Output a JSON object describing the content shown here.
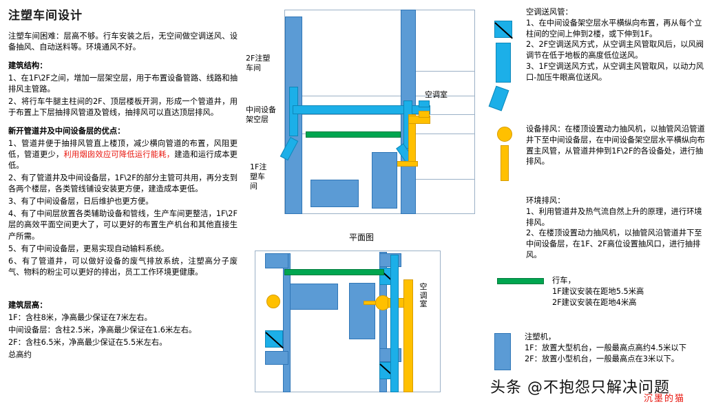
{
  "colors": {
    "blue": "#5b9bd5",
    "blue_border": "#2e75b6",
    "cyan": "#1cafe8",
    "yellow": "#ffc000",
    "green": "#00a650",
    "frame": "#9ab0c6",
    "red": "#e8140c"
  },
  "left": {
    "title": "注塑车间设计",
    "intro": "注塑车间困难：层高不够。行车安装之后，无空间做空调送风、设备抽风、自动送料等。环境通风不好。",
    "structure_heading": "建筑结构：",
    "structure_items": [
      "1、在1F\\2F之间，增加一层架空层，用于布置设备管路、线路和抽排风主管路。",
      "2、将行车牛腿主柱间的2F、顶层楼板开洞，形成一个管道井，用于布置上下层抽排风管道及管线，抽排风可以直达顶层排风。"
    ],
    "benefits_heading": "新开管道井及中间设备层的优点：",
    "benefit_1_a": "1、管道井便于抽排风管直上楼顶，减少横向管道的布置，风阻更低，管道更少，",
    "benefit_1_red": "利用烟囱效应可降低运行能耗，",
    "benefit_1_b": "建造和运行成本更低。",
    "benefit_items": [
      "2、有了管道井及中间设备层，1F\\2F的部分主管可共用，再分支到各两个楼层，各类管线铺设安装更方便，建造成本更低。",
      "3、有了中间设备层，日后维护也更方便。",
      "4、有了中间层放置各类辅助设备和管线，生产车间更整洁，1F\\2F层的高效平面空间更大了，可以更好的布置生产机台和其他直接生产所需。",
      "5、有了中间设备层，更易实现自动输料系统。",
      "6、有了管道井，可以做好设备的废气排放系统，注塑高分子废气、物料的粉尘可以更好的排出，员工工作环境更健康。"
    ],
    "heights_heading": "建筑层高：",
    "heights_items": [
      "1F：含柱8米，净高最少保证在7米左右。",
      "中间设备层：含柱2.5米，净高最少保证在1.6米左右。",
      "2F：含柱6.5米，净高最少保证在5.5米左右。",
      "总高约"
    ]
  },
  "diagram": {
    "section_labels": {
      "floor2": "2F注塑\n车间",
      "middle": "中间设备\n架空层",
      "floor1": "1F注\n塑车\n间",
      "ac_room": "空调室"
    },
    "plan_caption": "平面图",
    "plan_labels": {
      "ac_room": "空调室"
    }
  },
  "legend": [
    {
      "icon": "ac-supply-duct-icon",
      "title": "空调送风管：",
      "lines": [
        "1、在中间设备架空层水平横纵向布置，再从每个立柱间的空间上伸到2楼，或下伸到1F。",
        "2、2F空调送风方式，从空调主风管取风后，以风阀调节在低于地板的高度低位送风。",
        "3、1F空调送风方式，从空调主风管取风，以动力风口-加压牛眼高位送风。"
      ]
    },
    {
      "icon": "equipment-exhaust-icon",
      "title": "",
      "lines": [
        "设备排风：在楼顶设置动力抽风机，以抽管风沿管道井下至中间设备层，在中间设备架空层水平横纵向布置主风管，从管道井伸到1F\\2F的各设备处，进行抽排风。"
      ]
    },
    {
      "icon": "environment-exhaust-icon",
      "title": "环境排风：",
      "lines": [
        "1、利用管道井及热气流自然上升的原理，进行环境排风。",
        "2、在楼顶设置动力抽风机，以抽管风沿管道井下至中间设备层，在1F、2F高位设置抽风口，进行抽排风。"
      ]
    },
    {
      "icon": "crane-icon",
      "title": "行车，",
      "lines": [
        "1F建议安装在距地5.5米高",
        "2F建议安装在距地4米高"
      ]
    },
    {
      "icon": "injection-machine-icon",
      "title": "注塑机，",
      "lines": [
        "1F：放置大型机台，一般最高点高约4.5米以下",
        "2F：放置小型机台，一般最高点在3米以下。"
      ]
    }
  ],
  "watermark": {
    "main": "头条 @不抱怨只解决问题",
    "sub": "沉墨的猫"
  }
}
